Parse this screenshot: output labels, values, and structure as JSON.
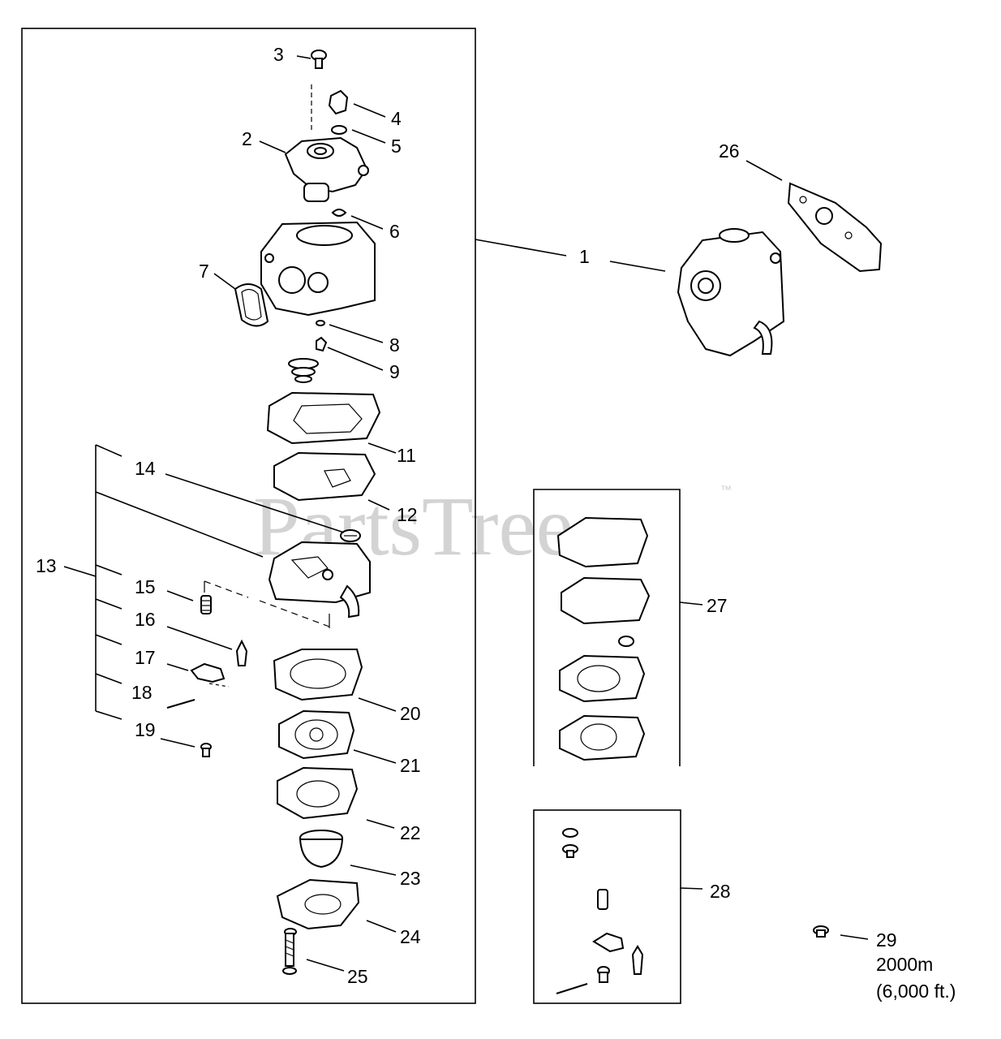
{
  "watermark": {
    "text": "PartsTree",
    "trademark": "™"
  },
  "callouts": {
    "c1": "1",
    "c2": "2",
    "c3": "3",
    "c4": "4",
    "c5": "5",
    "c6": "6",
    "c7": "7",
    "c8": "8",
    "c9": "9",
    "c11": "11",
    "c12": "12",
    "c13": "13",
    "c14": "14",
    "c15": "15",
    "c16": "16",
    "c17": "17",
    "c18": "18",
    "c19": "19",
    "c20": "20",
    "c21": "21",
    "c22": "22",
    "c23": "23",
    "c24": "24",
    "c25": "25",
    "c26": "26",
    "c27": "27",
    "c28": "28",
    "c29": "29"
  },
  "note_29": {
    "line1": "2000m",
    "line2": "(6,000 ft.)"
  }
}
